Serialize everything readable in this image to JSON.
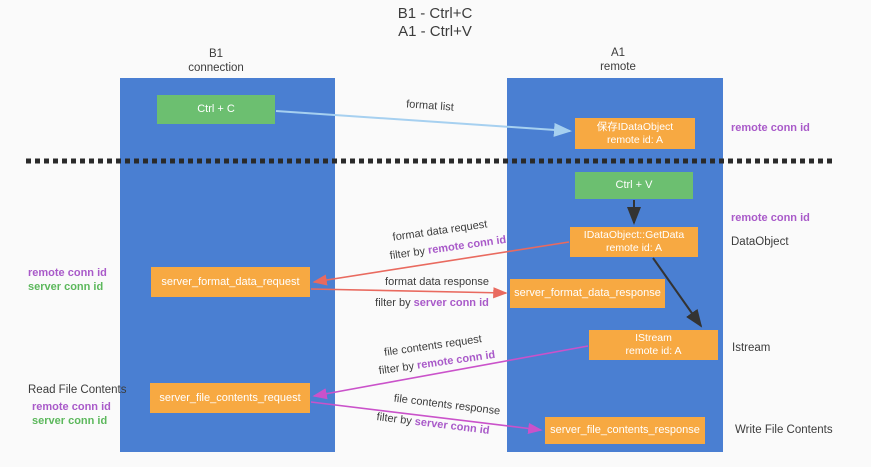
{
  "title": {
    "line1": "B1 - Ctrl+C",
    "line2": "A1 - Ctrl+V"
  },
  "lanes": {
    "left": {
      "title": "B1",
      "subtitle": "connection"
    },
    "right": {
      "title": "A1",
      "subtitle": "remote"
    }
  },
  "nodes": {
    "ctrl_c": {
      "label": "Ctrl + C"
    },
    "ctrl_v": {
      "label": "Ctrl + V"
    },
    "save_dataobject": {
      "line1": "保存IDataObject",
      "line2": "remote id: A"
    },
    "getdata": {
      "line1": "IDataObject::GetData",
      "line2": "remote id: A"
    },
    "istream": {
      "line1": "IStream",
      "line2": "remote id: A"
    },
    "format_request": {
      "label": "server_format_data_request"
    },
    "format_response": {
      "label": "server_format_data_response"
    },
    "file_request": {
      "label": "server_file_contents_request"
    },
    "file_response": {
      "label": "server_file_contents_response"
    }
  },
  "arrows": {
    "format_list": {
      "label": "format list"
    },
    "format_data_request": {
      "label": "format data request",
      "filter_prefix": "filter by",
      "filter_key": "remote conn id"
    },
    "format_data_response": {
      "label": "format data response",
      "filter_prefix": "filter by",
      "filter_key": "server conn id"
    },
    "file_contents_request": {
      "label": "file contents request",
      "filter_prefix": "filter by",
      "filter_key": "remote conn id"
    },
    "file_contents_response": {
      "label": "file contents response",
      "filter_prefix": "filter by",
      "filter_key": "server conn id"
    }
  },
  "side_labels": {
    "right_remote_conn_id_1": "remote conn id",
    "right_remote_conn_id_2": "remote conn id",
    "right_dataobject": "DataObject",
    "right_istream": "Istream",
    "right_write_file": "Write File Contents",
    "left_remote_conn_id_1": "remote conn id",
    "left_server_conn_id_1": "server conn id",
    "left_read_file": "Read File Contents",
    "left_remote_conn_id_2": "remote conn id",
    "left_server_conn_id_2": "server conn id"
  },
  "colors": {
    "background": "#fafafa",
    "lane_blue": "#4a7fd2",
    "box_green": "#6cbf70",
    "box_orange": "#f7a942",
    "arrow_light_blue": "#a6d0f0",
    "arrow_red": "#e96a5f",
    "arrow_magenta": "#ca52ca",
    "arrow_black": "#333333",
    "label_purple": "#a95ac9",
    "label_green": "#5cb85c",
    "dashed_line": "#2a2a2a"
  }
}
